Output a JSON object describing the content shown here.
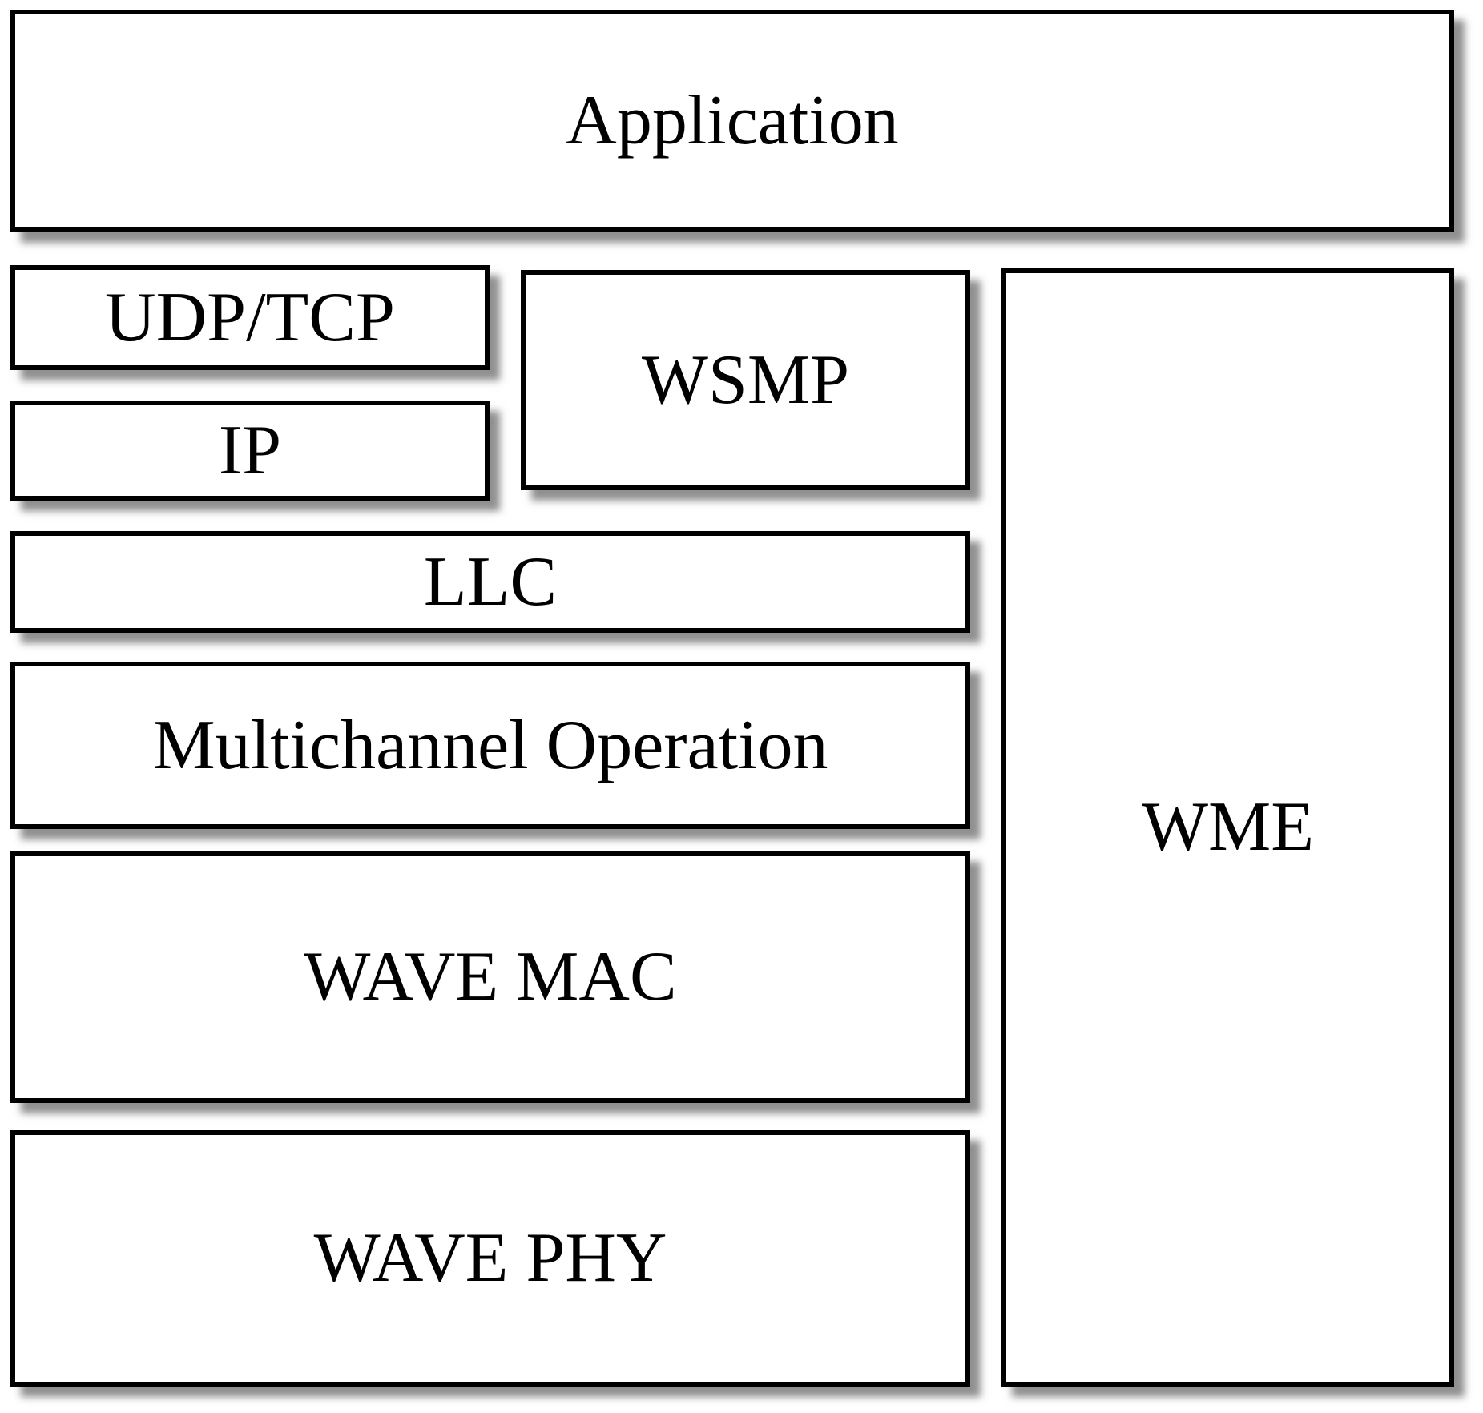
{
  "blocks": {
    "application": {
      "label": "Application"
    },
    "udp_tcp": {
      "label": "UDP/TCP"
    },
    "ip": {
      "label": "IP"
    },
    "wsmp": {
      "label": "WSMP"
    },
    "llc": {
      "label": "LLC"
    },
    "multichannel": {
      "label": "Multichannel Operation"
    },
    "wave_mac": {
      "label": "WAVE MAC"
    },
    "wave_phy": {
      "label": "WAVE PHY"
    },
    "wme": {
      "label": "WME"
    }
  },
  "colors": {
    "background": "#ffffff",
    "box_fill": "#ffffff",
    "border": "#000000",
    "text": "#000000",
    "shadow": "#7d7d7d"
  }
}
